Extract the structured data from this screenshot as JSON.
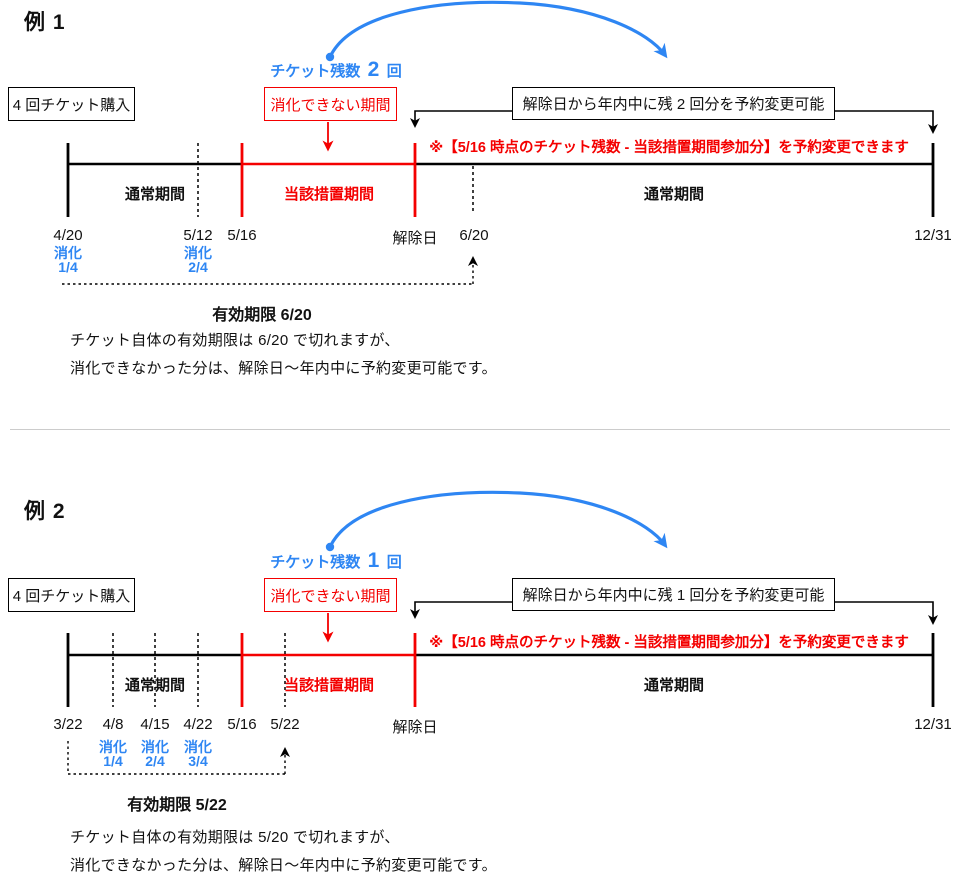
{
  "colors": {
    "accent_blue": "#2E86F3",
    "accent_red": "#F40000"
  },
  "examples": [
    {
      "title": "例 1",
      "purchase_box": "4 回チケット購入",
      "remaining": {
        "label": "チケット残数",
        "count": "2",
        "unit": "回"
      },
      "blocked_box": "消化できない期間",
      "change_box": "解除日から年内中に残 2 回分を予約変更可能",
      "red_note": "※【5/16 時点のチケット残数 - 当該措置期間参加分】を予約変更できます",
      "periods": {
        "normal_left": "通常期間",
        "measure": "当該措置期間",
        "normal_right": "通常期間"
      },
      "dates": [
        "4/20",
        "5/12",
        "5/16",
        "解除日",
        "6/20",
        "12/31"
      ],
      "consumed": [
        {
          "l1": "消化",
          "l2": "1/4"
        },
        {
          "l1": "消化",
          "l2": "2/4"
        }
      ],
      "expiry": "有効期限 6/20",
      "body1": "チケット自体の有効期限は 6/20 で切れますが、",
      "body2": "消化できなかった分は、解除日〜年内中に予約変更可能です。"
    },
    {
      "title": "例 2",
      "purchase_box": "4 回チケット購入",
      "remaining": {
        "label": "チケット残数",
        "count": "1",
        "unit": "回"
      },
      "blocked_box": "消化できない期間",
      "change_box": "解除日から年内中に残 1 回分を予約変更可能",
      "red_note": "※【5/16 時点のチケット残数 - 当該措置期間参加分】を予約変更できます",
      "periods": {
        "normal_left": "通常期間",
        "measure": "当該措置期間",
        "normal_right": "通常期間"
      },
      "dates": [
        "3/22",
        "4/8",
        "4/15",
        "4/22",
        "5/16",
        "5/22",
        "解除日",
        "12/31"
      ],
      "consumed": [
        {
          "l1": "消化",
          "l2": "1/4"
        },
        {
          "l1": "消化",
          "l2": "2/4"
        },
        {
          "l1": "消化",
          "l2": "3/4"
        }
      ],
      "expiry": "有効期限 5/22",
      "body1": "チケット自体の有効期限は 5/20 で切れますが、",
      "body2": "消化できなかった分は、解除日〜年内中に予約変更可能です。"
    }
  ]
}
